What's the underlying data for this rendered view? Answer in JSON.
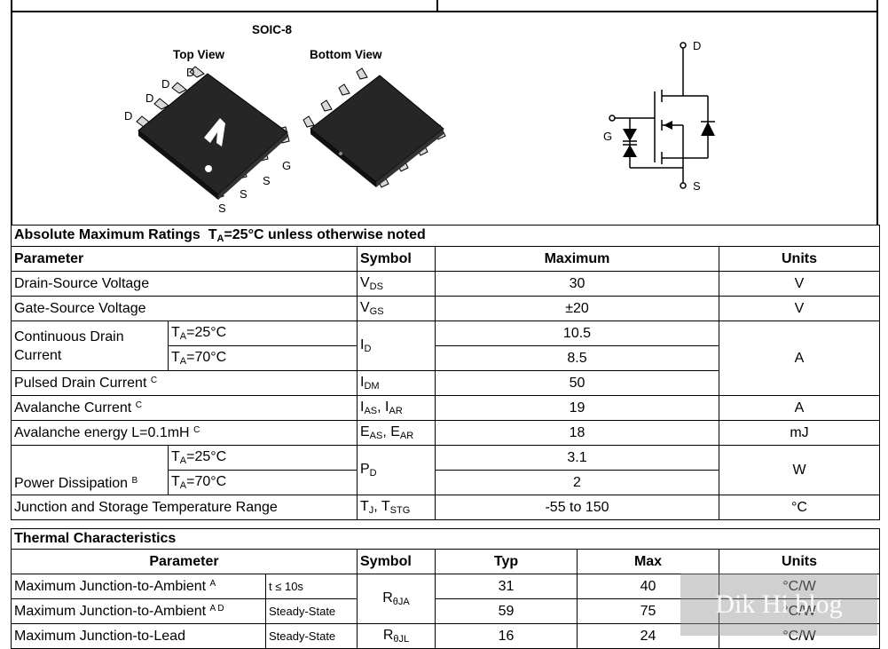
{
  "package": {
    "name": "SOIC-8",
    "top_view": "Top View",
    "bottom_view": "Bottom View",
    "pins_top": [
      "D",
      "D",
      "D",
      "D",
      "G",
      "S",
      "S",
      "S"
    ],
    "schematic": {
      "drain": "D",
      "gate": "G",
      "source": "S"
    }
  },
  "abs_max": {
    "title": "Absolute Maximum Ratings",
    "cond_main": "T",
    "cond_sub": "A",
    "cond_rest": "=25°C unless otherwise noted",
    "headers": {
      "parameter": "Parameter",
      "symbol": "Symbol",
      "maximum": "Maximum",
      "units": "Units"
    },
    "rows": {
      "vds": {
        "param": "Drain-Source Voltage",
        "sym": "V",
        "sym_sub": "DS",
        "max": "30",
        "unit": "V"
      },
      "vgs": {
        "param": "Gate-Source Voltage",
        "sym": "V",
        "sym_sub": "GS",
        "max": "±20",
        "unit": "V"
      },
      "id": {
        "param1": "Continuous Drain",
        "param2": "Current",
        "c1_pre": "T",
        "c1_sub": "A",
        "c1_post": "=25°C",
        "c2_pre": "T",
        "c2_sub": "A",
        "c2_post": "=70°C",
        "sym": "I",
        "sym_sub": "D",
        "max1": "10.5",
        "max2": "8.5",
        "unit": "A"
      },
      "idm": {
        "param": "Pulsed Drain Current",
        "note": "C",
        "sym": "I",
        "sym_sub": "DM",
        "max": "50"
      },
      "ias": {
        "param": "Avalanche Current",
        "note": "C",
        "sym1": "I",
        "sym1_sub": "AS",
        "sep": ", ",
        "sym2": "I",
        "sym2_sub": "AR",
        "max": "19",
        "unit": "A"
      },
      "eas": {
        "param": "Avalanche energy L=0.1mH",
        "note": "C",
        "sym1": "E",
        "sym1_sub": "AS",
        "sep": ", ",
        "sym2": "E",
        "sym2_sub": "AR",
        "max": "18",
        "unit": "mJ"
      },
      "pd": {
        "param": "Power Dissipation",
        "note": "B",
        "c1_pre": "T",
        "c1_sub": "A",
        "c1_post": "=25°C",
        "c2_pre": "T",
        "c2_sub": "A",
        "c2_post": "=70°C",
        "sym": "P",
        "sym_sub": "D",
        "max1": "3.1",
        "max2": "2",
        "unit": "W"
      },
      "tj": {
        "param": "Junction and Storage Temperature Range",
        "sym1": "T",
        "sym1_sub": "J",
        "sep": ", ",
        "sym2": "T",
        "sym2_sub": "STG",
        "max": "-55 to 150",
        "unit": "°C"
      }
    }
  },
  "thermal": {
    "title": "Thermal Characteristics",
    "headers": {
      "parameter": "Parameter",
      "symbol": "Symbol",
      "typ": "Typ",
      "max": "Max",
      "units": "Units"
    },
    "rows": {
      "r1": {
        "param": "Maximum Junction-to-Ambient",
        "note": "A",
        "cond": "t ≤ 10s",
        "typ": "31",
        "max": "40",
        "unit": "°C/W"
      },
      "r2": {
        "param": "Maximum Junction-to-Ambient",
        "note": "A D",
        "cond": "Steady-State",
        "typ": "59",
        "max": "75",
        "unit": "°C/W"
      },
      "r3": {
        "param": "Maximum Junction-to-Lead",
        "cond": "Steady-State",
        "sym": "R",
        "sym_sub": "θJL",
        "typ": "16",
        "max": "24",
        "unit": "°C/W"
      },
      "rja": {
        "sym": "R",
        "sym_sub": "θJA"
      }
    }
  },
  "watermark": "Dik Hi blog"
}
